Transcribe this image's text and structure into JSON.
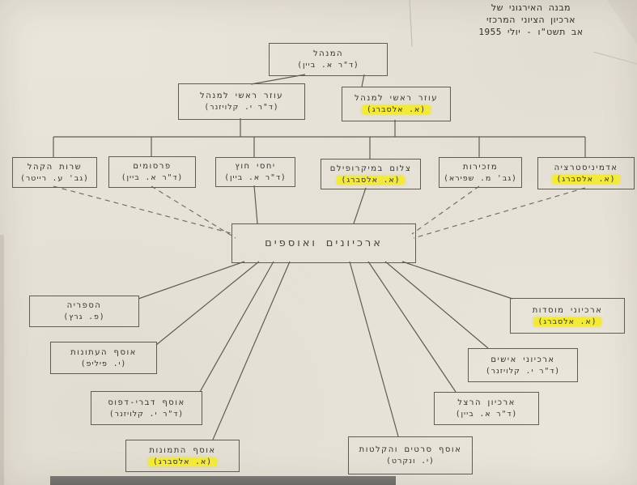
{
  "header": {
    "line1": "מבנה האירגוני של",
    "line2": "ארכיון הציוני המרכזי",
    "line3": "אב תשט\"ו - יולי 1955"
  },
  "org": {
    "director": {
      "title": "המנהל",
      "person": "(ד\"ר א. ביין)",
      "highlight": false
    },
    "assistant_left": {
      "title": "עוזר ראשי למנהל",
      "person": "(ד\"ר י. קלויזנר)",
      "highlight": false
    },
    "assistant_right": {
      "title": "עוזר ראשי למנהל",
      "person": "(א. אלסברג)",
      "highlight": true
    },
    "row3": [
      {
        "title": "שרות הקהל",
        "person": "(גב' ע. רייטר)",
        "highlight": false
      },
      {
        "title": "פרסומים",
        "person": "(ד\"ר א. ביין)",
        "highlight": false
      },
      {
        "title": "יחסי חוץ",
        "person": "(ד\"ר א. ביין)",
        "highlight": false
      },
      {
        "title": "צלום במיקרופילם",
        "person": "(א. אלסברג)",
        "highlight": true
      },
      {
        "title": "מזכירות",
        "person": "(גב' מ. שפירא)",
        "highlight": false
      },
      {
        "title": "אדמיניסטרציה",
        "person": "(א. אלסברג)",
        "highlight": true
      }
    ],
    "central": {
      "title": "ארכיונים ואוספים"
    },
    "left_branch": [
      {
        "title": "הספריה",
        "person": "(פ. גרץ)",
        "highlight": false
      },
      {
        "title": "אוסף העתונות",
        "person": "(י. פיליפ)",
        "highlight": false
      },
      {
        "title": "אוסף דברי-דפוס",
        "person": "(ד\"ר י. קלויזנר)",
        "highlight": false
      },
      {
        "title": "אוסף התמונות",
        "person": "(א. אלסברג)",
        "highlight": true
      }
    ],
    "right_branch": [
      {
        "title": "ארכיוני מוסדות",
        "person": "(א. אלסברג)",
        "highlight": true
      },
      {
        "title": "ארכיוני אישים",
        "person": "(ד\"ר י. קלויזנר)",
        "highlight": false
      },
      {
        "title": "ארכיון הרצל",
        "person": "(ד\"ר א. ביין)",
        "highlight": false
      },
      {
        "title": "אוסף סרטים והקלטות",
        "person": "(י. ונקרט)",
        "highlight": false
      }
    ]
  },
  "colors": {
    "paper": "#e9e5db",
    "ink": "#33312b",
    "line": "#5f5c53",
    "highlight": "#f3e93a"
  }
}
